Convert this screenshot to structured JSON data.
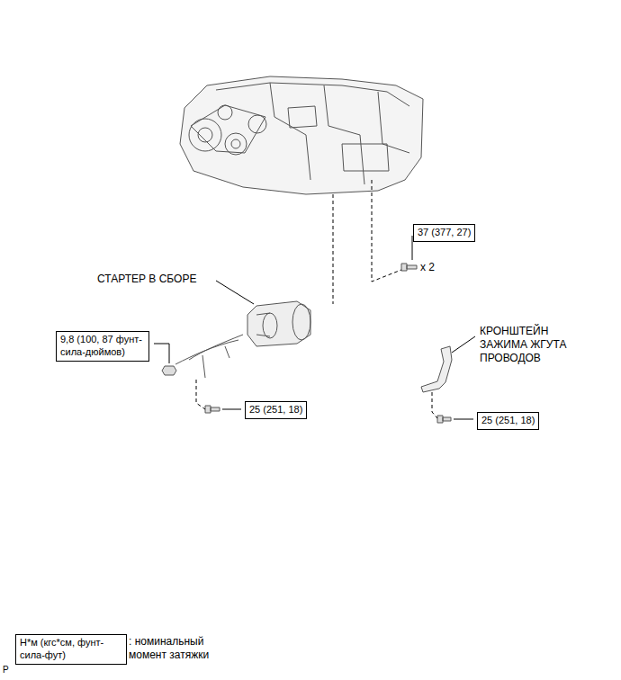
{
  "diagram": {
    "nodes": [
      {
        "text": [
          "37 (377, 27)"
        ]
      },
      {
        "text": [
          "9,8 (100, 87 фунт-сила-дюймов)"
        ]
      },
      {
        "text": [
          "25 (251, 18)"
        ]
      },
      {
        "text": [
          "25 (251, 18)"
        ]
      },
      {
        "text": [
          "Н*м (кгс*см, фунт-сила-фут)"
        ]
      }
    ],
    "labels": [
      "СТАРТЕР В СБОРЕ",
      "x 2",
      "КРОНШТЕЙН ЗАЖИМА ЖГУТА ПРОВОДОВ",
      ": номинальный момент затяжки",
      "P"
    ]
  }
}
